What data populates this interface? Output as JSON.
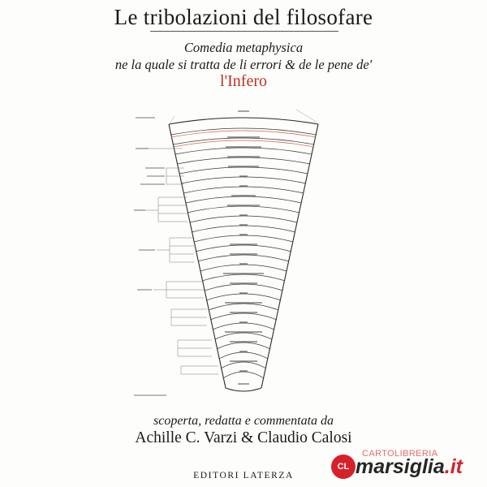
{
  "cover": {
    "title": "Le tribolazioni del filosofare",
    "subtitle_line1": "Comedia metaphysica",
    "subtitle_line2": "ne la quale si tratta de li errori & de le pene de'",
    "subtitle_highlight": "l'Infero",
    "byline": "scoperta, redatta e commentata da",
    "authors": "Achille C. Varzi & Claudio Calosi",
    "publisher": "EDITORI LATERZA",
    "accent_color": "#c0311f"
  },
  "watermark": {
    "logo_text": "CL",
    "small_text": "CARTOLIBRERIA",
    "main_text": "marsiglia",
    "main_suffix": ".it",
    "color": "#d8202a"
  }
}
